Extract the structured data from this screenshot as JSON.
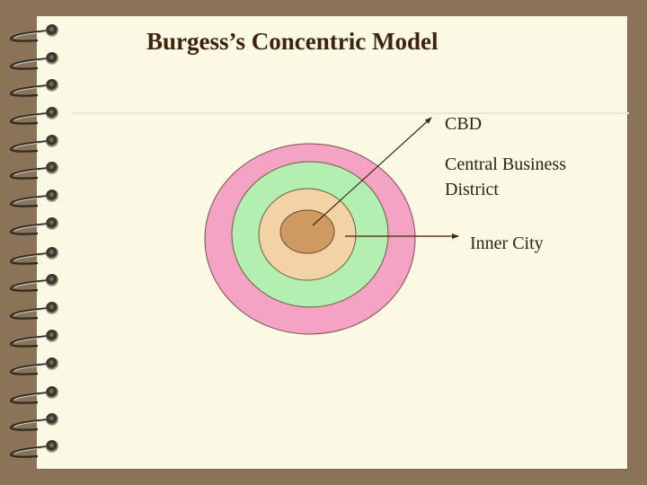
{
  "slide": {
    "title": "Burgess’s Concentric Model",
    "background_color": "#fbf9e4",
    "frame_color": "#8b7358"
  },
  "binding": {
    "ring_count": 16,
    "ring_y_positions": [
      37,
      68,
      98,
      129,
      160,
      190,
      221,
      252,
      285,
      315,
      346,
      377,
      408,
      440,
      470,
      500
    ]
  },
  "diagram": {
    "zones": [
      {
        "name": "outer-zone",
        "color": "#f5a3c5"
      },
      {
        "name": "middle-zone",
        "color": "#b3efb0"
      },
      {
        "name": "inner-city-zone",
        "color": "#f3d3a6"
      },
      {
        "name": "cbd-zone",
        "color": "#cf9a62"
      }
    ],
    "labels": {
      "cbd": "CBD",
      "cbd_full_line1": "Central Business",
      "cbd_full_line2": "District",
      "inner_city": "Inner City"
    }
  }
}
